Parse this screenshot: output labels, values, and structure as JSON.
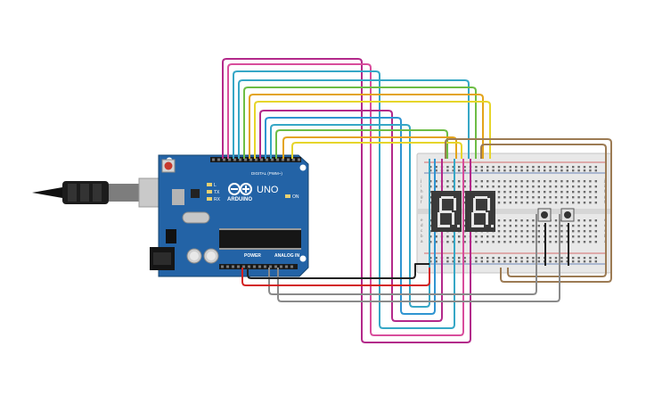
{
  "board": {
    "brand": "ARDUINO",
    "model": "UNO",
    "digital_label": "DIGITAL (PWM~)",
    "power_label": "POWER",
    "analog_label": "ANALOG IN",
    "led_labels": [
      "L",
      "TX",
      "RX"
    ],
    "on_label": "ON"
  },
  "breadboard": {
    "row_letters": [
      "a",
      "b",
      "c",
      "d",
      "e",
      "f",
      "g",
      "h",
      "i",
      "j"
    ]
  },
  "colors": {
    "board": "#2363a6",
    "breadboard": "#e8e8e8",
    "display": "#3a3a3a",
    "segment_off": "#e6e6e6",
    "wires": [
      "#b3298a",
      "#d84d9c",
      "#36a7c6",
      "#2f94d1",
      "#6dbd45",
      "#e3a41a",
      "#e6d52b",
      "#9c7b54",
      "#8a8a8a",
      "#d32020",
      "#222222"
    ]
  },
  "icons": [
    "usb-cable-icon",
    "reset-button-icon",
    "push-button-icon",
    "seven-segment-icon"
  ]
}
